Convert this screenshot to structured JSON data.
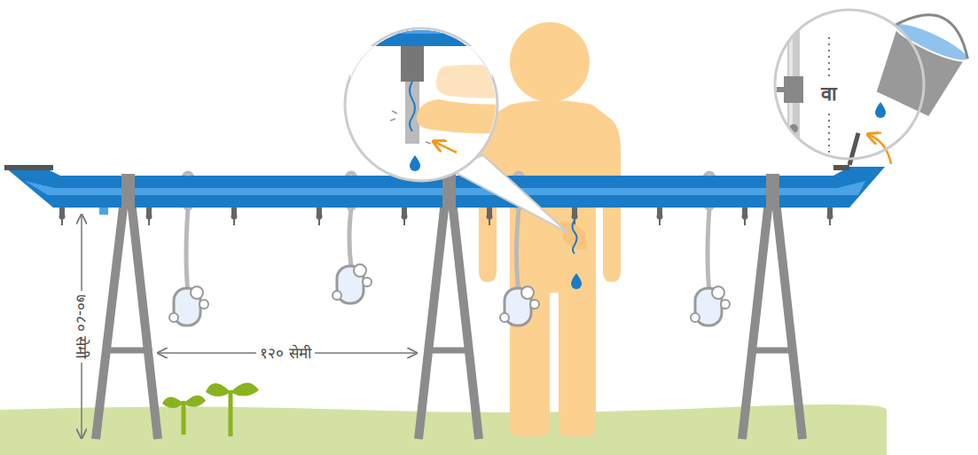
{
  "diagram": {
    "nodes": [
      {
        "text": [
          "वा"
        ]
      }
    ],
    "labels": [
      "७०-८० सेमी",
      "१२० सेमी"
    ]
  }
}
